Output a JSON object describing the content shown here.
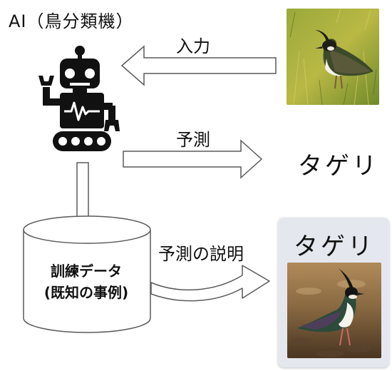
{
  "title": "AI（鳥分類機）",
  "arrows": {
    "input_label": "入力",
    "predict_label": "予測",
    "explain_label": "予測の説明"
  },
  "prediction": {
    "label": "タゲリ"
  },
  "explanation": {
    "label": "タゲリ"
  },
  "database": {
    "line1": "訓練データ",
    "line2": "(既知の事例)"
  },
  "icons": {
    "robot": "robot-icon",
    "database": "database-cylinder-icon",
    "input_photo": "lapwing-photo-grass",
    "explain_photo": "lapwing-photo-soil"
  },
  "colors": {
    "arrow_stroke": "#5a5a5a",
    "panel_bg": "#e4e7ee",
    "robot": "#111111"
  }
}
